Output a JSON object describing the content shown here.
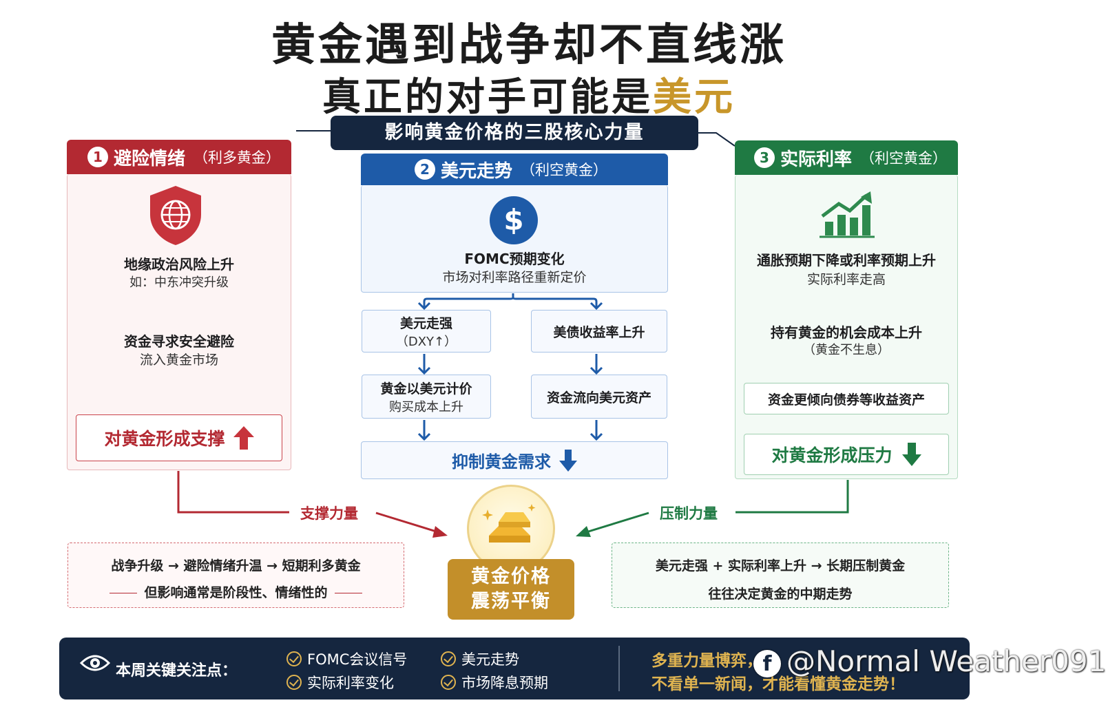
{
  "title": {
    "line1": "黄金遇到战争却不直线涨",
    "line2_prefix": "真正的对手可能是",
    "line2_accent": "美元"
  },
  "banner": "影响黄金价格的三股核心力量",
  "col1": {
    "num": "1",
    "title": "避险情绪",
    "subtitle": "（利多黄金）",
    "icon": "shield-globe-icon",
    "step1_main": "地缘政治风险上升",
    "step1_sub": "如：中东冲突升级",
    "step2_main": "资金寻求安全避险",
    "step2_sub": "流入黄金市场",
    "result": "对黄金形成支撑"
  },
  "col2": {
    "num": "2",
    "title": "美元走势",
    "subtitle": "（利空黄金）",
    "icon": "dollar-coin-icon",
    "top_main": "FOMC预期变化",
    "top_sub": "市场对利率路径重新定价",
    "left1_main": "美元走强",
    "left1_sub": "（DXY↑）",
    "right1": "美债收益率上升",
    "left2_main": "黄金以美元计价",
    "left2_sub": "购买成本上升",
    "right2": "资金流向美元资产",
    "result": "抑制黄金需求"
  },
  "col3": {
    "num": "3",
    "title": "实际利率",
    "subtitle": "（利空黄金）",
    "icon": "bar-chart-up-icon",
    "step1_main": "通胀预期下降或利率预期上升",
    "step1_sub": "实际利率走高",
    "step2_main": "持有黄金的机会成本上升",
    "step2_sub": "（黄金不生息）",
    "step3": "资金更倾向债券等收益资产",
    "result": "对黄金形成压力"
  },
  "flow": {
    "support_label": "支撑力量",
    "pressure_label": "压制力量"
  },
  "center": {
    "icon": "gold-bars-icon",
    "line1": "黄金价格",
    "line2": "震荡平衡"
  },
  "note_left": {
    "line1": "战争升级 → 避险情绪升温 → 短期利多黄金",
    "line2": "但影响通常是阶段性、情绪性的"
  },
  "note_right": {
    "line1": "美元走强 + 实际利率上升 → 长期压制黄金",
    "line2": "往往决定黄金的中期走势"
  },
  "bottom": {
    "label": "本周关键关注点：",
    "items": [
      "FOMC会议信号",
      "美元走势",
      "实际利率变化",
      "市场降息预期"
    ],
    "slogan1": "多重力量博弈，",
    "slogan2": "不看单一新闻，才能看懂黄金走势！"
  },
  "watermark": "@Normal Weather091",
  "colors": {
    "red": "#b32932",
    "blue": "#1e5ba8",
    "green": "#1f7a43",
    "gold": "#c38f2a",
    "navy": "#15263f"
  }
}
